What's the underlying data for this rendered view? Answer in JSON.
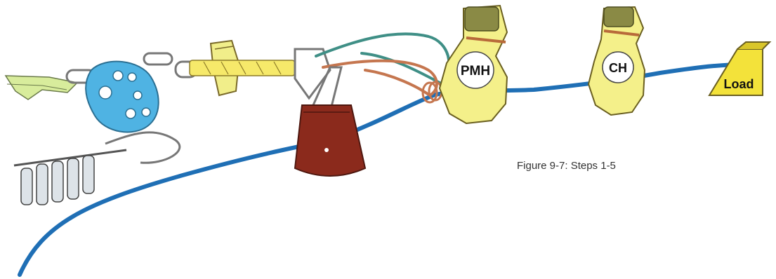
{
  "caption": "Figure 9-7: Steps 1-5",
  "labels": {
    "pmh": "PMH",
    "ch": "CH",
    "load": "Load"
  },
  "colors": {
    "main_rope": "#1f6fb5",
    "teal_prusik": "#3f8f86",
    "orange_prusik": "#c5764f",
    "pulley": "#8b2a1c",
    "anchor_plate": "#4fb3e3",
    "glove": "#f4f08a",
    "load": "#f3e23a",
    "webbing": "#d8ec9c",
    "rope_protector": "#f1ee8a"
  }
}
